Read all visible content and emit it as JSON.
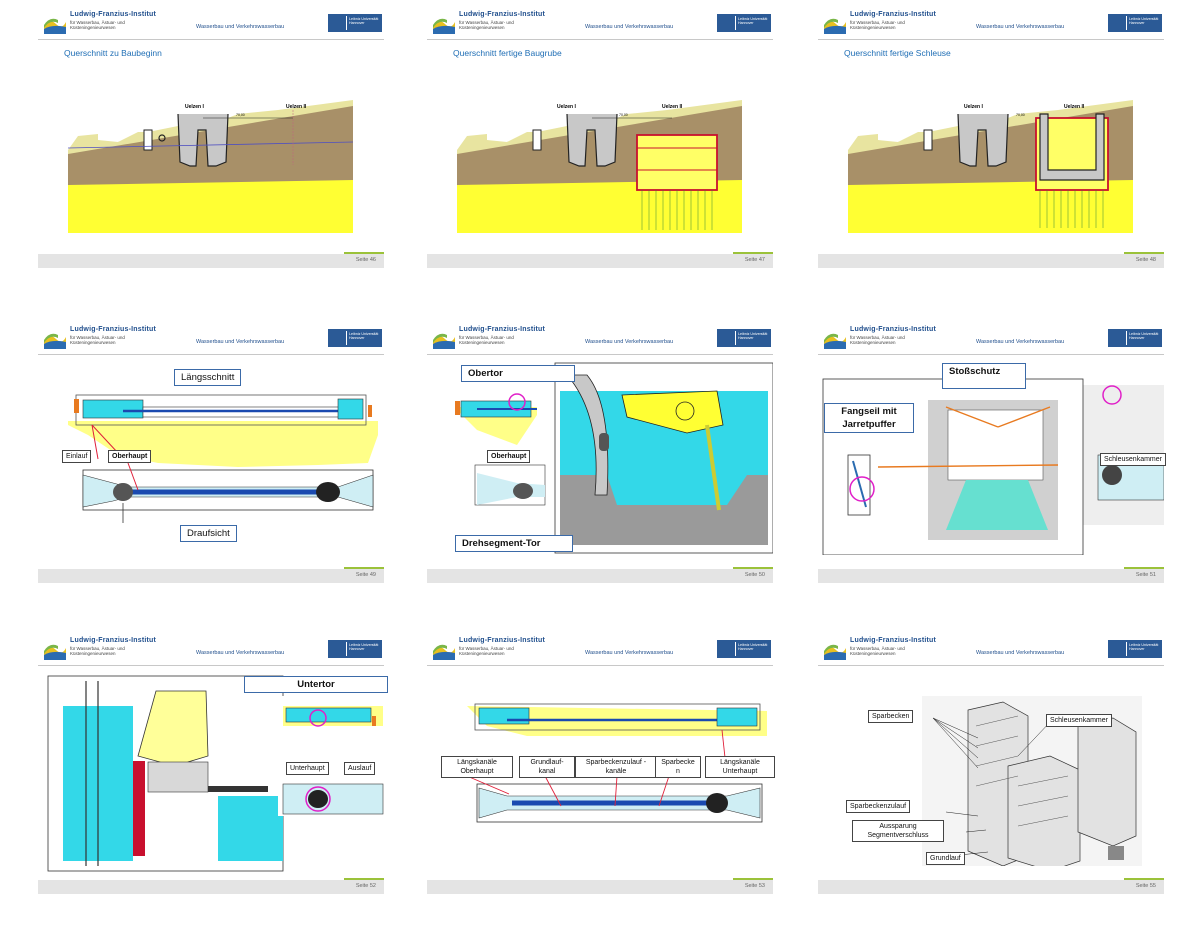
{
  "header": {
    "institute": "Ludwig-Franzius-Institut",
    "institute_sub": "für Wasserbau, Ästuar- und Küsteningenieurwesen",
    "department": "Wasserbau und Verkehrswasserbau",
    "luh_text": "Leibniz Universität Hannover"
  },
  "slides": [
    {
      "title": "Querschnitt zu Baubeginn",
      "page": "Seite 46",
      "labels": {
        "left": "Uelzen I",
        "right": "Uelzen II",
        "dim": "70,00"
      }
    },
    {
      "title": "Querschnitt fertige Baugrube",
      "page": "Seite 47",
      "labels": {
        "left": "Uelzen I",
        "right": "Uelzen II",
        "dim": "70,00"
      }
    },
    {
      "title": "Querschnitt fertige Schleuse",
      "page": "Seite 48",
      "labels": {
        "left": "Uelzen I",
        "right": "Uelzen II",
        "dim": "70,00"
      }
    },
    {
      "page": "Seite 49",
      "labels": {
        "laengsschnitt": "Längsschnitt",
        "einlauf": "Einlauf",
        "oberhaupt": "Oberhaupt",
        "draufsicht": "Draufsicht"
      }
    },
    {
      "page": "Seite 50",
      "labels": {
        "obertor": "Obertor",
        "oberhaupt": "Oberhaupt",
        "drehsegment": "Drehsegment-Tor"
      }
    },
    {
      "page": "Seite 51",
      "labels": {
        "stossschutz": "Stoßschutz",
        "fangseil": "Fangseil mit Jarretpuffer",
        "schleusenkammer": "Schleusenkammer"
      }
    },
    {
      "page": "Seite 52",
      "labels": {
        "untertor": "Untertor",
        "unterhaupt": "Unterhaupt",
        "auslauf": "Auslauf"
      }
    },
    {
      "page": "Seite 53",
      "labels": {
        "lk_ober": "Längskanäle Oberhaupt",
        "grundlauf": "Grundlauf-kanal",
        "sparzulauf": "Sparbeckenzulauf -kanäle",
        "sparbecken": "Sparbecke n",
        "lk_unter": "Längskanäle Unterhaupt"
      }
    },
    {
      "page": "Seite 55",
      "labels": {
        "sparbecken": "Sparbecken",
        "schleusenkammer": "Schleusenkammer",
        "sparzulauf": "Sparbeckenzulauf",
        "aussparung": "Aussparung Segmentverschluss",
        "grundlauf": "Grundlauf"
      }
    }
  ],
  "colors": {
    "title": "#1f6eb5",
    "sand": "#ffff33",
    "soil": "#a08a60",
    "water": "#33e0e8",
    "red": "#c8102e",
    "magenta": "#e020c8",
    "luh": "#2b5a96"
  }
}
